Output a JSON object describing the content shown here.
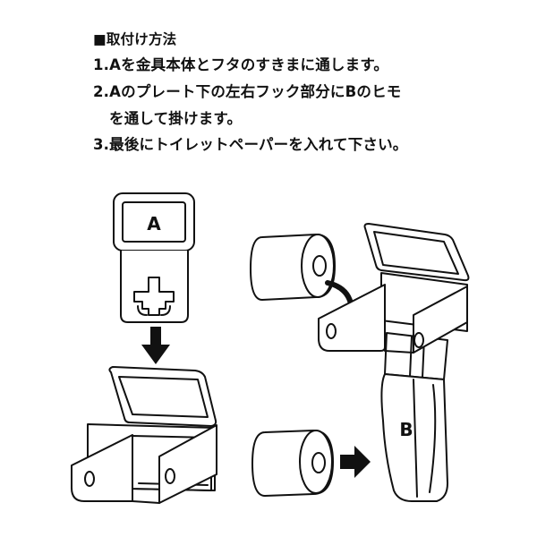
{
  "instructions": {
    "heading": "■取付け方法",
    "step1": "1.Aを金具本体とフタのすきまに通します。",
    "step2": "2.Aのプレート下の左右フック部分にBのヒモ",
    "step2_cont": "を通して掛けます。",
    "step3": "3.最後にトイレットペーパーを入れて下さい。"
  },
  "diagram": {
    "label_a": "A",
    "label_b": "B"
  }
}
